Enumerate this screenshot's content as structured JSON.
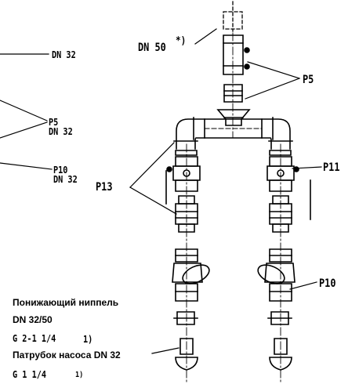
{
  "labels": {
    "dn32_top": "DN 32",
    "dn50": "DN 50",
    "dn50_mark": "*)",
    "p5_right": "P5",
    "p5_left": "P5",
    "p5_left_dn": "DN 32",
    "p10_left": "P10",
    "p10_left_dn": "DN 32",
    "p13": "P13",
    "p11": "P11",
    "p10_right": "P10"
  },
  "notes": {
    "reducer_line1": "Понижающий ниппель",
    "reducer_line2": "DN 32/50",
    "reducer_thread": "G 2-1 1/4",
    "reducer_ref": "1)",
    "pump_nozzle": "Патрубок насоса DN 32",
    "pump_thread": "G 1 1/4",
    "pump_ref": "1)"
  }
}
